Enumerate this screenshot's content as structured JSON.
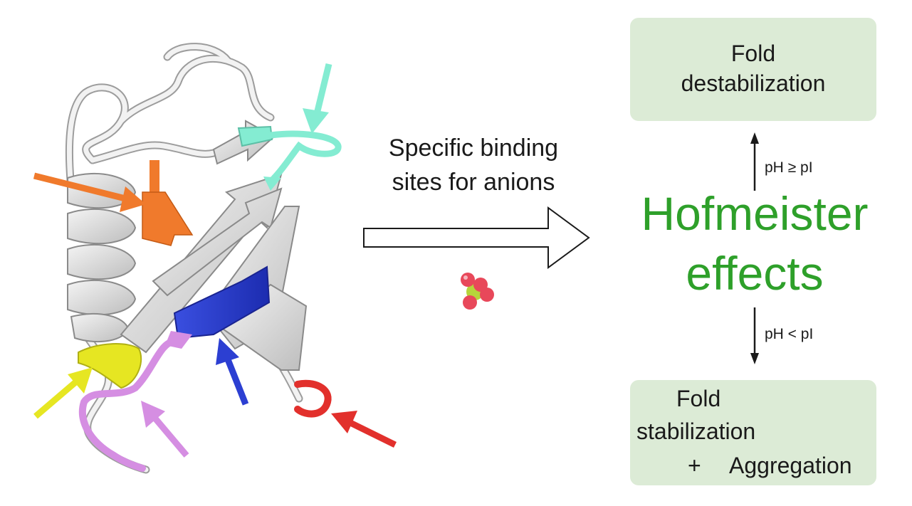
{
  "middle": {
    "line1": "Specific binding",
    "line2": "sites for anions"
  },
  "top_box": {
    "line1": "Fold",
    "line2": "destabilization"
  },
  "center": {
    "line1": "Hofmeister",
    "line2": "effects"
  },
  "ph_up": "pH ≥ pI",
  "ph_down": "pH < pI",
  "bottom_box": {
    "line1": "Fold",
    "line2": "stabilization",
    "line3_plus": "+",
    "line3_text": "Aggregation"
  },
  "colors": {
    "orange": "#f07a2c",
    "cyan": "#84ecd2",
    "yellow": "#e6e622",
    "violet": "#d58ee2",
    "blue": "#2c3fd2",
    "red": "#e2302c",
    "green_text": "#2ea02a",
    "box_fill": "#dcebd6"
  }
}
